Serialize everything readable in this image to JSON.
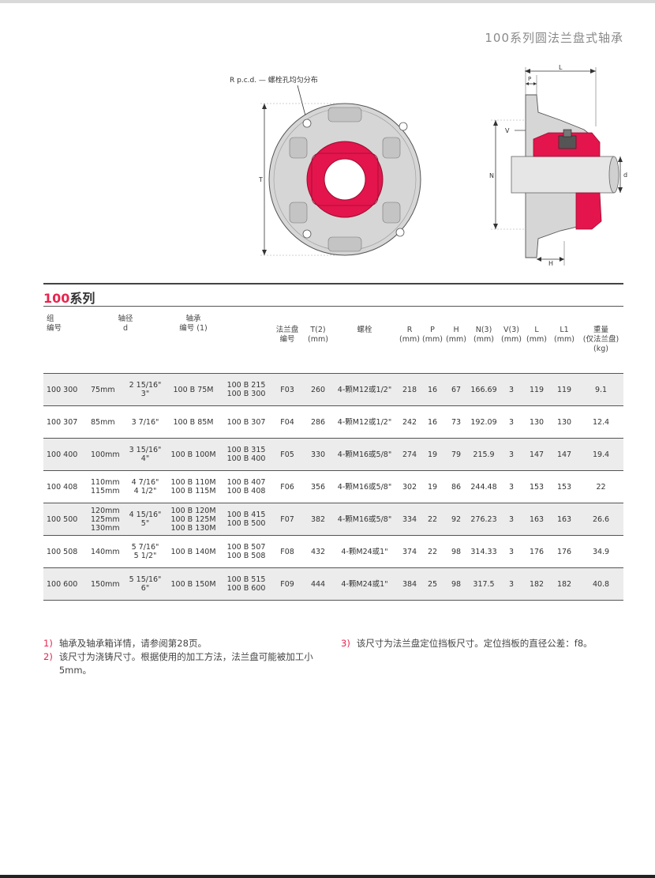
{
  "header": {
    "title": "100系列圆法兰盘式轴承"
  },
  "figure_front": {
    "rpcd_label": "R p.c.d. — 螺栓孔均匀分布",
    "t_label": "T",
    "colors": {
      "body": "#d6d6d6",
      "insert": "#e3154c",
      "outline": "#555555"
    }
  },
  "figure_side": {
    "l_label": "L",
    "p_label": "P",
    "v_label": "V",
    "n_label": "N",
    "d_label": "d",
    "h_label": "H"
  },
  "series": {
    "number": "100",
    "suffix": "系列"
  },
  "table": {
    "headers": {
      "group": "组\n编号",
      "shaft": "轴径\nd",
      "bearing": "轴承\n编号 (1)",
      "housing": "",
      "flange": "法兰盘\n编号",
      "t": "T(2)\n(mm)",
      "bolt": "螺栓",
      "r": "R\n(mm)",
      "p": "P\n(mm)",
      "h": "H\n(mm)",
      "n": "N(3)\n(mm)",
      "v": "V(3)\n(mm)",
      "l": "L\n(mm)",
      "l1": "L1\n(mm)",
      "weight": "重量\n(仅法兰盘)\n(kg)"
    },
    "rows": [
      {
        "group": "100 300",
        "mm": "75mm",
        "inch": "2 15/16\"\n3\"",
        "bearing": "100 B 75M",
        "housing": "100 B 215\n100 B 300",
        "flange": "F03",
        "t": "260",
        "bolt": "4-颗M12或1/2\"",
        "r": "218",
        "p": "16",
        "h": "67",
        "n": "166.69",
        "v": "3",
        "l": "119",
        "l1": "119",
        "weight": "9.1"
      },
      {
        "group": "100 307",
        "mm": "85mm",
        "inch": "3 7/16\"",
        "bearing": "100 B 85M",
        "housing": "100 B 307",
        "flange": "F04",
        "t": "286",
        "bolt": "4-颗M12或1/2\"",
        "r": "242",
        "p": "16",
        "h": "73",
        "n": "192.09",
        "v": "3",
        "l": "130",
        "l1": "130",
        "weight": "12.4"
      },
      {
        "group": "100 400",
        "mm": "100mm",
        "inch": "3 15/16\"\n4\"",
        "bearing": "100 B 100M",
        "housing": "100 B 315\n100 B 400",
        "flange": "F05",
        "t": "330",
        "bolt": "4-颗M16或5/8\"",
        "r": "274",
        "p": "19",
        "h": "79",
        "n": "215.9",
        "v": "3",
        "l": "147",
        "l1": "147",
        "weight": "19.4"
      },
      {
        "group": "100 408",
        "mm": "110mm\n115mm",
        "inch": "4 7/16\"\n4 1/2\"",
        "bearing": "100 B 110M\n100 B 115M",
        "housing": "100 B 407\n100 B 408",
        "flange": "F06",
        "t": "356",
        "bolt": "4-颗M16或5/8\"",
        "r": "302",
        "p": "19",
        "h": "86",
        "n": "244.48",
        "v": "3",
        "l": "153",
        "l1": "153",
        "weight": "22"
      },
      {
        "group": "100 500",
        "mm": "120mm\n125mm\n130mm",
        "inch": "4 15/16\"\n5\"",
        "bearing": "100 B 120M\n100 B 125M\n100 B 130M",
        "housing": "100 B 415\n100 B 500",
        "flange": "F07",
        "t": "382",
        "bolt": "4-颗M16或5/8\"",
        "r": "334",
        "p": "22",
        "h": "92",
        "n": "276.23",
        "v": "3",
        "l": "163",
        "l1": "163",
        "weight": "26.6"
      },
      {
        "group": "100 508",
        "mm": "140mm",
        "inch": "5 7/16\"\n5 1/2\"",
        "bearing": "100 B 140M",
        "housing": "100 B 507\n100 B 508",
        "flange": "F08",
        "t": "432",
        "bolt": "4-颗M24或1\"",
        "r": "374",
        "p": "22",
        "h": "98",
        "n": "314.33",
        "v": "3",
        "l": "176",
        "l1": "176",
        "weight": "34.9"
      },
      {
        "group": "100 600",
        "mm": "150mm",
        "inch": "5 15/16\"\n6\"",
        "bearing": "100 B 150M",
        "housing": "100 B 515\n100 B 600",
        "flange": "F09",
        "t": "444",
        "bolt": "4-颗M24或1\"",
        "r": "384",
        "p": "25",
        "h": "98",
        "n": "317.5",
        "v": "3",
        "l": "182",
        "l1": "182",
        "weight": "40.8"
      }
    ]
  },
  "notes": [
    {
      "num": "1)",
      "text": "轴承及轴承箱详情，请参阅第28页。"
    },
    {
      "num": "2)",
      "text": "该尺寸为浇铸尺寸。根据使用的加工方法，法兰盘可能被加工小5mm。"
    },
    {
      "num": "3)",
      "text": "该尺寸为法兰盘定位挡板尺寸。定位挡板的直径公差：f8。"
    }
  ]
}
